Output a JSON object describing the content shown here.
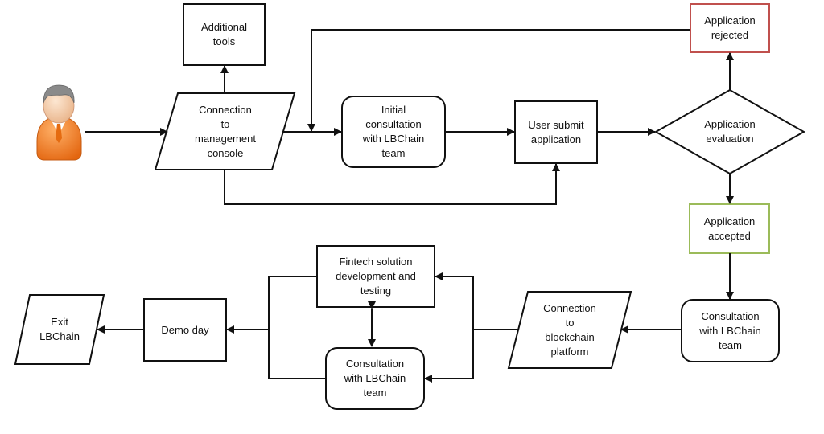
{
  "nodes": {
    "additional_tools": "Additional\ntools",
    "connection_management": "Connection\nto\nmanagement\nconsole",
    "initial_consultation": "Initial\nconsultation\nwith LBChain\nteam",
    "user_submit": "User submit\napplication",
    "application_evaluation": "Application\nevaluation",
    "application_rejected": "Application\nrejected",
    "application_accepted": "Application\naccepted",
    "consultation_right": "Consultation\nwith LBChain\nteam",
    "connection_blockchain": "Connection\nto\nblockchain\nplatform",
    "fintech_solution": "Fintech solution\ndevelopment  and\ntesting",
    "consultation_bottom": "Consultation\nwith LBChain\nteam",
    "demo_day": "Demo day",
    "exit_lbchain": "Exit\nLBChain"
  },
  "colors": {
    "rejected_border": "#c0504d",
    "accepted_border": "#9bbb59",
    "user_icon": "#f07d1e"
  }
}
